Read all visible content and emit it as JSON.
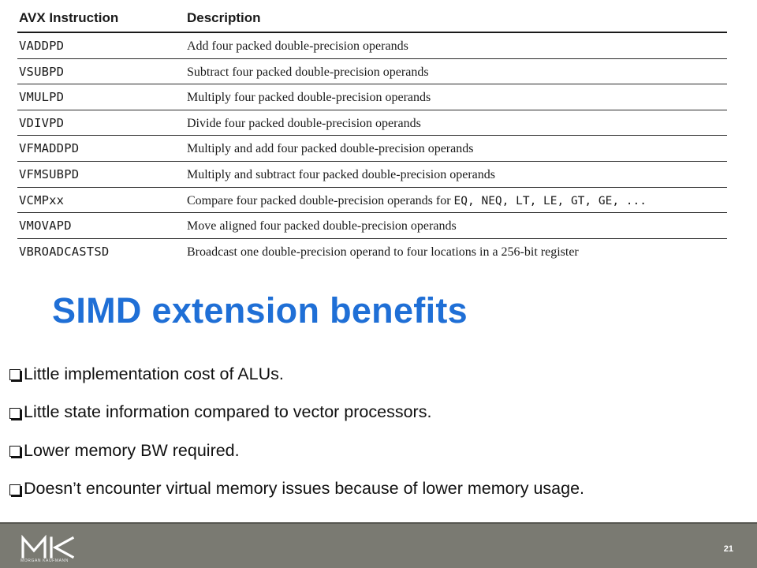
{
  "table": {
    "headers": [
      "AVX Instruction",
      "Description"
    ],
    "rows": [
      {
        "instruction": "VADDPD",
        "description": "Add four packed double-precision operands",
        "desc_mono": ""
      },
      {
        "instruction": "VSUBPD",
        "description": "Subtract four packed double-precision operands",
        "desc_mono": ""
      },
      {
        "instruction": "VMULPD",
        "description": "Multiply four packed double-precision operands",
        "desc_mono": ""
      },
      {
        "instruction": "VDIVPD",
        "description": "Divide four packed double-precision operands",
        "desc_mono": ""
      },
      {
        "instruction": "VFMADDPD",
        "description": "Multiply and add four packed double-precision operands",
        "desc_mono": ""
      },
      {
        "instruction": "VFMSUBPD",
        "description": "Multiply and subtract four packed double-precision operands",
        "desc_mono": ""
      },
      {
        "instruction": "VCMPxx",
        "description": "Compare four packed double-precision operands for ",
        "desc_mono": "EQ, NEQ, LT, LE, GT, GE, ..."
      },
      {
        "instruction": "VMOVAPD",
        "description": "Move aligned four packed double-precision operands",
        "desc_mono": ""
      },
      {
        "instruction": "VBROADCASTSD",
        "description": "Broadcast one double-precision operand to four locations in a 256-bit register",
        "desc_mono": ""
      }
    ]
  },
  "slide": {
    "title": "SIMD extension benefits",
    "bullets": [
      "Little implementation cost of ALUs.",
      "Little state information compared to vector processors.",
      "Lower memory BW required.",
      "Doesn’t encounter virtual memory issues because of lower memory usage."
    ]
  },
  "footer": {
    "logo_text": "MK",
    "logo_subtext": "MORGAN KAUFMANN",
    "page_number": "21"
  },
  "colors": {
    "title": "#1f6fd6",
    "footer_bg": "#7a7a72"
  }
}
